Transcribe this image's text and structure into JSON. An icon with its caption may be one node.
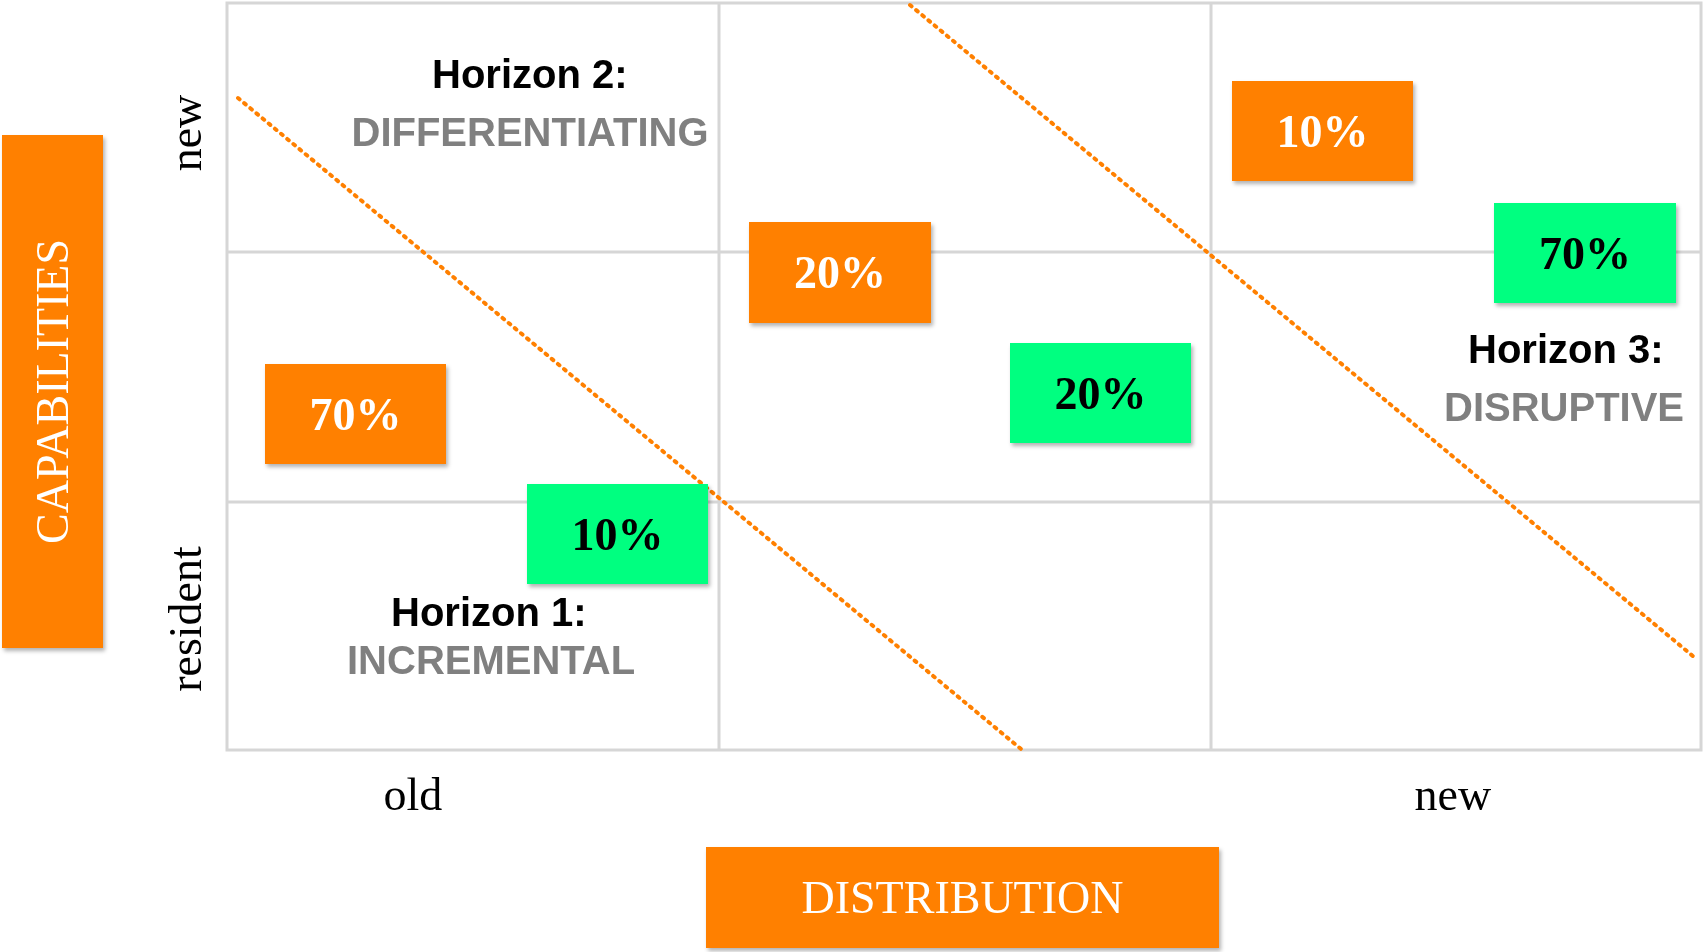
{
  "diagram": {
    "nodes": [
      {
        "text": [
          "CAPABILITIES"
        ]
      },
      {
        "text": [
          "10%"
        ]
      },
      {
        "text": [
          "70%"
        ]
      },
      {
        "text": [
          "20%"
        ]
      },
      {
        "text": [
          "20%"
        ]
      },
      {
        "text": [
          "70%"
        ]
      },
      {
        "text": [
          "10%"
        ]
      },
      {
        "text": [
          "DISTRIBUTION"
        ]
      }
    ],
    "labels": [
      "Horizon 2:",
      "DIFFERENTIATING",
      "new",
      "Horizon 3:",
      "DISRUPTIVE",
      "Horizon 1:",
      "INCREMENTAL",
      "resident",
      "old",
      "new"
    ]
  }
}
